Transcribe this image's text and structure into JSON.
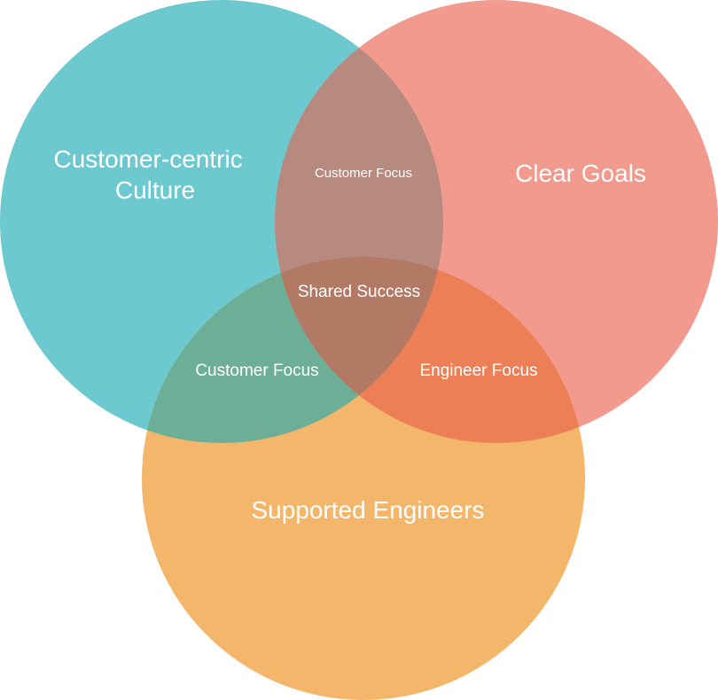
{
  "venn": {
    "sets": {
      "culture": {
        "label_line1": "Customer-centric",
        "label_line2": "Culture",
        "color": "#6cc9cf"
      },
      "goals": {
        "label": "Clear Goals",
        "color": "#f19a8d"
      },
      "engineers": {
        "label": "Supported Engineers",
        "color": "#f4b66a"
      }
    },
    "overlaps": {
      "culture_goals": {
        "label": "Customer Focus",
        "color": "#b78a7f"
      },
      "culture_engineers": {
        "label": "Customer Focus",
        "color": "#6daf96"
      },
      "goals_engineers": {
        "label": "Engineer Focus",
        "color": "#ec7f55"
      },
      "all": {
        "label": "Shared Success",
        "color": "#b27965"
      }
    }
  }
}
